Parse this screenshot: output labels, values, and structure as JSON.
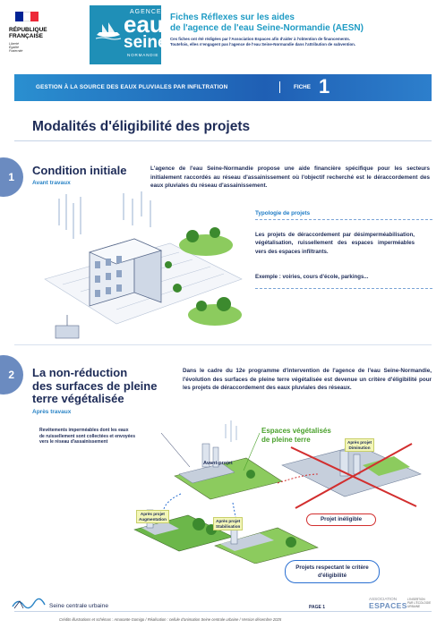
{
  "header": {
    "republic": [
      "RÉPUBLIQUE",
      "FRANÇAISE"
    ],
    "motto": [
      "Liberté",
      "Égalité",
      "Fraternité"
    ],
    "logo": {
      "agence": "AGENCE",
      "eau": "eau",
      "seine": "seine",
      "normandie": "NORMANDIE"
    },
    "title_lines": [
      "Fiches Réflexes sur les aides",
      "de l'agence de l'eau Seine-Normandie (AESN)"
    ],
    "note_lines": [
      "Ces fiches ont été rédigées par l'Association Espaces afin d'aider à l'obtention de financements.",
      "Toutefois, elles n'engagent pas l'agence de l'eau Seine-Normandie dans l'attribution de subvention."
    ]
  },
  "band": {
    "label": "GESTION À LA SOURCE DES EAUX PLUVIALES PAR INFILTRATION",
    "fiche_label": "FICHE",
    "fiche_num": "1"
  },
  "page_title": "Modalités d'éligibilité des projets",
  "section1": {
    "num": "1",
    "title": "Condition initiale",
    "subtitle": "Avant travaux",
    "paragraph": "L'agence de l'eau Seine-Normandie propose une aide financière spécifique pour les secteurs initialement raccordés au réseau d'assainissement où l'objectif recherché est le déraccordement des eaux pluviales du réseau d'assainissement.",
    "typology": {
      "title": "Typologie de projets",
      "body": "Les projets de déraccordement par désimperméabilisation, végétalisation, ruissellement des espaces imperméables vers des espaces infiltrants.",
      "example": "Exemple : voiries, cours d'école, parkings..."
    }
  },
  "section2": {
    "num": "2",
    "title_lines": [
      "La non-réduction",
      "des surfaces de pleine",
      "terre végétalisée"
    ],
    "subtitle": "Après travaux",
    "paragraph": "Dans le cadre du 12e programme d'intervention de l'agence de l'eau Seine-Normandie, l'évolution des surfaces de pleine terre végétalisée est devenue un critère d'éligibilité pour les projets de déraccordement des eaux pluviales des réseaux.",
    "diagram": {
      "label_impermeable": [
        "Revêtements imperméables dont les eaux",
        "de ruissellement sont collectées et envoyées",
        "vers le réseau d'assainissement"
      ],
      "label_green": [
        "Espaces végétalisés",
        "de pleine terre"
      ],
      "avant_projet": "Avant-projet",
      "tag_augmentation": [
        "Après projet",
        "Augmentation"
      ],
      "tag_stabilisation": [
        "Après projet",
        "Stabilisation"
      ],
      "tag_diminution": [
        "Après projet",
        "Diminution"
      ],
      "ineligible": "Projet inéligible",
      "eligible_lines": [
        "Projets respectant le critère",
        "d'éligibilité"
      ]
    }
  },
  "footer": {
    "brand": "Seine centrale urbaine",
    "page": "PAGE 1",
    "credits": "Crédits illustrations et schémas : Amarante Gomigo / Réalisation : cellule d'animation Seine centrale urbaine / Version décembre 2025",
    "assoc_small": "ASSOCIATION",
    "assoc_big": "ESPACES",
    "assoc_tag": [
      "L'INSERTION",
      "PAR L'ÉCOLOGIE",
      "URBAINE"
    ]
  },
  "colors": {
    "navy": "#1d2b57",
    "accent": "#2a84c6",
    "band": "#1f5fb4",
    "green": "#4aa12c",
    "red": "#d22e2e"
  }
}
